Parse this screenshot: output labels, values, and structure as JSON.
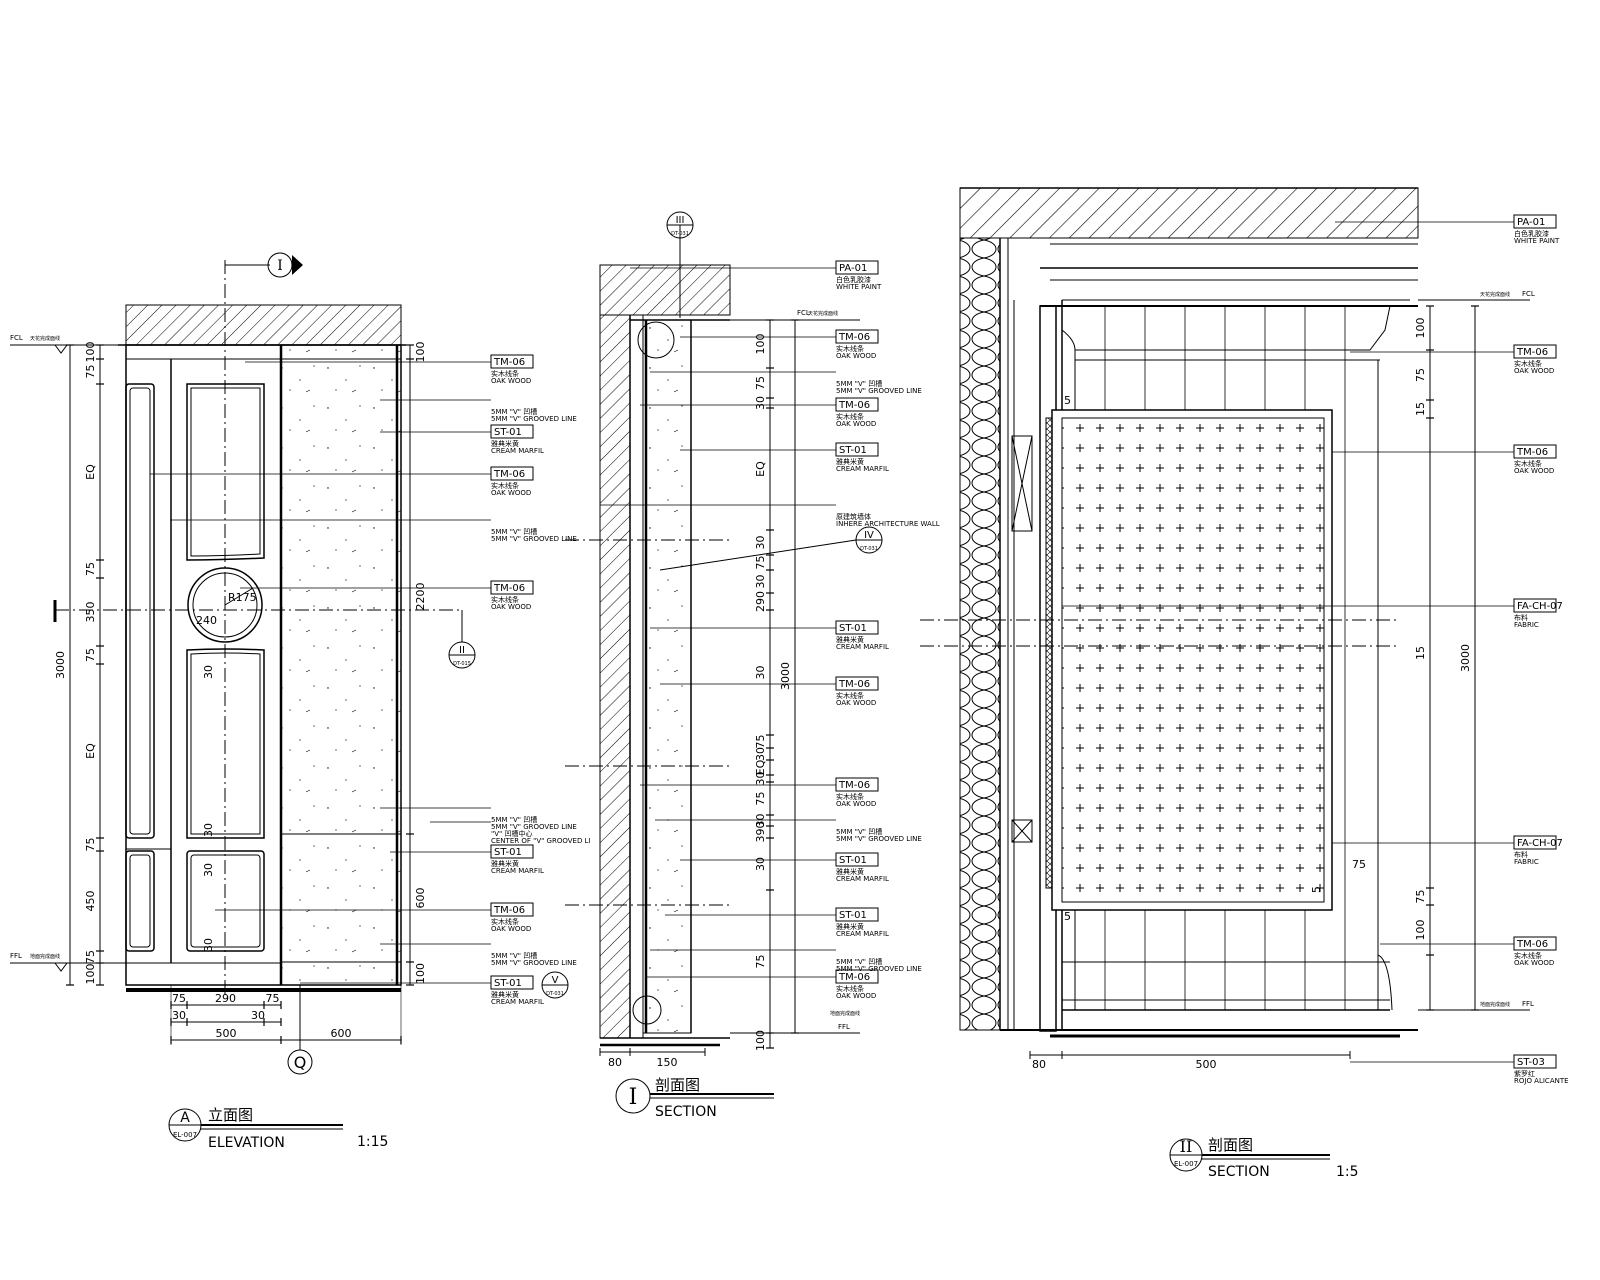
{
  "views": {
    "elevation": {
      "ref_letter": "A",
      "ref_sheet": "EL-007",
      "title_cn": "立面图",
      "title_en": "ELEVATION",
      "scale": "1:15",
      "grid_mark": "Q",
      "section_mark": "I",
      "level_top": "FCL",
      "level_top_cn": "天花完成面线",
      "level_bottom": "FFL",
      "level_bottom_cn": "地面完成面线",
      "radius_label": "R175",
      "labels": [
        {
          "tag": "TM-06",
          "cn": "实木线条",
          "en": "OAK WOOD"
        },
        {
          "tag": "",
          "cn": "5MM \"V\"   凹槽",
          "en": "5MM \"V\" GROOVED LINE"
        },
        {
          "tag": "ST-01",
          "cn": "雅典米黄",
          "en": "CREAM MARFIL"
        },
        {
          "tag": "TM-06",
          "cn": "实木线条",
          "en": "OAK WOOD"
        },
        {
          "tag": "",
          "cn": "5MM \"V\"   凹槽",
          "en": "5MM \"V\" GROOVED LINE"
        },
        {
          "tag": "TM-06",
          "cn": "实木线条",
          "en": "OAK WOOD"
        },
        {
          "tag": "",
          "cn": "5MM \"V\"   凹槽",
          "en": "5MM \"V\" GROOVED LINE"
        },
        {
          "tag": "",
          "cn": "\"V\"  凹槽中心",
          "en": "CENTER OF \"V\" GROOVED LI"
        },
        {
          "tag": "ST-01",
          "cn": "雅典米黄",
          "en": "CREAM MARFIL"
        },
        {
          "tag": "TM-06",
          "cn": "实木线条",
          "en": "OAK WOOD"
        },
        {
          "tag": "",
          "cn": "5MM \"V\"   凹槽",
          "en": "5MM \"V\" GROOVED LINE"
        },
        {
          "tag": "ST-01",
          "cn": "雅典米黄",
          "en": "CREAM MARFIL"
        }
      ],
      "callouts": [
        {
          "roman": "II",
          "sheet": "DT-015"
        },
        {
          "roman": "V",
          "sheet": "DT-031"
        }
      ],
      "dims_left": [
        "100",
        "75",
        "EQ",
        "75",
        "350",
        "75",
        "EQ",
        "75",
        "450",
        "75",
        "100"
      ],
      "dim_total": "3000",
      "dims_right": [
        "100",
        "2200",
        "600",
        "100"
      ],
      "dims_bottom_row1": [
        "75",
        "290",
        "75"
      ],
      "dims_bottom_row2": [
        "30",
        "30"
      ],
      "dims_bottom_row3": [
        "500",
        "600"
      ],
      "dims_inner": [
        "240",
        "30",
        "30",
        "30",
        "30"
      ]
    },
    "section_i": {
      "ref_roman": "I",
      "title_cn": "剖面图",
      "title_en": "SECTION",
      "top_callout": {
        "roman": "III",
        "sheet": "DT-031"
      },
      "mid_callout": {
        "roman": "IV",
        "sheet": "DT-031"
      },
      "level_top": "FCL",
      "level_top_cn": "天花完成面线",
      "level_bottom": "FFL",
      "level_bottom_cn": "地面完成面线",
      "labels": [
        {
          "tag": "PA-01",
          "cn": "白色乳胶漆",
          "en": "WHITE PAINT"
        },
        {
          "tag": "TM-06",
          "cn": "实木线条",
          "en": "OAK WOOD"
        },
        {
          "tag": "",
          "cn": "5MM \"V\"   凹槽",
          "en": "5MM \"V\" GROOVED LINE"
        },
        {
          "tag": "TM-06",
          "cn": "实木线条",
          "en": "OAK WOOD"
        },
        {
          "tag": "ST-01",
          "cn": "雅典米黄",
          "en": "CREAM MARFIL"
        },
        {
          "tag": "",
          "cn": "原建筑墙体",
          "en": "INHERE ARCHITECTURE WALL"
        },
        {
          "tag": "ST-01",
          "cn": "雅典米黄",
          "en": "CREAM MARFIL"
        },
        {
          "tag": "TM-06",
          "cn": "实木线条",
          "en": "OAK WOOD"
        },
        {
          "tag": "TM-06",
          "cn": "实木线条",
          "en": "OAK WOOD"
        },
        {
          "tag": "",
          "cn": "5MM \"V\"   凹槽",
          "en": "5MM \"V\" GROOVED LINE"
        },
        {
          "tag": "ST-01",
          "cn": "雅典米黄",
          "en": "CREAM MARFIL"
        },
        {
          "tag": "ST-01",
          "cn": "雅典米黄",
          "en": "CREAM MARFIL"
        },
        {
          "tag": "",
          "cn": "5MM \"V\"   凹槽",
          "en": "5MM \"V\" GROOVED LINE"
        },
        {
          "tag": "TM-06",
          "cn": "实木线条",
          "en": "OAK WOOD"
        }
      ],
      "dims_left": [
        "100",
        "75",
        "30",
        "EQ",
        "30",
        "75",
        "30",
        "290",
        "30",
        "75",
        "30",
        "EQ",
        "30",
        "75",
        "30",
        "390",
        "30",
        "75",
        "100"
      ],
      "dim_total": "3000",
      "dims_bottom": [
        "80",
        "150"
      ]
    },
    "section_ii": {
      "ref_roman": "II",
      "ref_sheet": "EL-007",
      "title_cn": "剖面图",
      "title_en": "SECTION",
      "scale": "1:5",
      "level_top": "FCL",
      "level_top_cn": "天花完成面线",
      "level_bottom": "FFL",
      "level_bottom_cn": "地面完成面线",
      "labels": [
        {
          "tag": "PA-01",
          "cn": "白色乳胶漆",
          "en": "WHITE PAINT"
        },
        {
          "tag": "TM-06",
          "cn": "实木线条",
          "en": "OAK WOOD"
        },
        {
          "tag": "TM-06",
          "cn": "实木线条",
          "en": "OAK WOOD"
        },
        {
          "tag": "FA-CH-07",
          "cn": "布料",
          "en": "FABRIC"
        },
        {
          "tag": "FA-CH-07",
          "cn": "布料",
          "en": "FABRIC"
        },
        {
          "tag": "TM-06",
          "cn": "实木线条",
          "en": "OAK WOOD"
        },
        {
          "tag": "ST-03",
          "cn": "紫罗红",
          "en": "ROJO ALICANTE"
        }
      ],
      "dims_right": [
        "100",
        "75",
        "15",
        "15",
        "75",
        "100"
      ],
      "dim_total": "3000",
      "dims_misc": [
        "5",
        "5",
        "75",
        "5"
      ],
      "dims_bottom": [
        "80",
        "500"
      ]
    }
  }
}
